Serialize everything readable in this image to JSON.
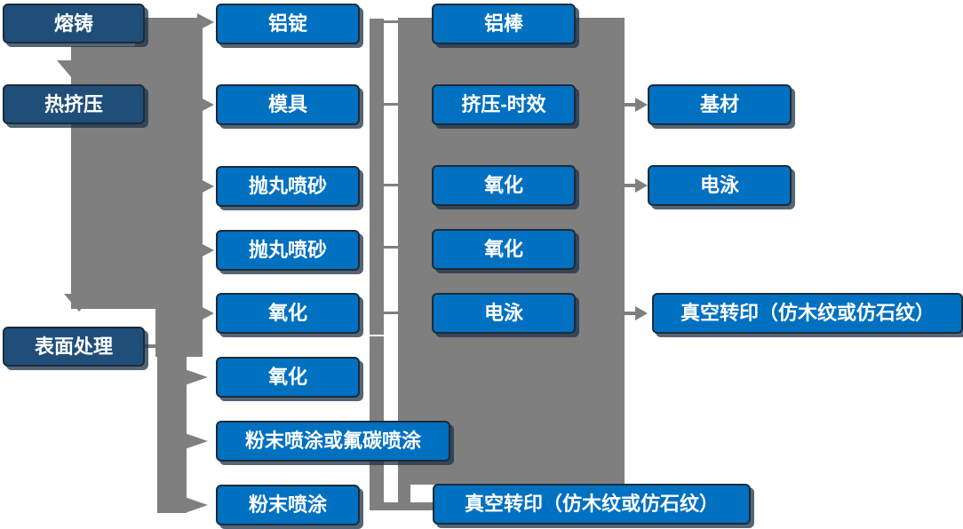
{
  "diagram_type": "process-flowchart",
  "colors": {
    "process_box_fill": "#0070C0",
    "stage_box_fill": "#1F4E79",
    "box_border": "#1C2B3A",
    "box_text": "#FFFFFF",
    "connector_gray": "#7F7F7F"
  },
  "nodes": {
    "melting_casting": {
      "label": "熔铸"
    },
    "hot_extrusion": {
      "label": "热挤压"
    },
    "surface_treatment": {
      "label": "表面处理"
    },
    "aluminum_ingot": {
      "label": "铝锭"
    },
    "mold": {
      "label": "模具"
    },
    "shot_blast_1": {
      "label": "抛丸喷砂"
    },
    "shot_blast_2": {
      "label": "抛丸喷砂"
    },
    "oxidation_a": {
      "label": "氧化"
    },
    "oxidation_b": {
      "label": "氧化"
    },
    "powder_fluorocarbon": {
      "label": "粉末喷涂或氟碳喷涂"
    },
    "powder_coating": {
      "label": "粉末喷涂"
    },
    "aluminum_rod": {
      "label": "铝棒"
    },
    "extrusion_aging": {
      "label": "挤压-时效"
    },
    "oxidation_c": {
      "label": "氧化"
    },
    "oxidation_d": {
      "label": "氧化"
    },
    "electrophoresis_a": {
      "label": "电泳"
    },
    "vacuum_transfer_bottom": {
      "label": "真空转印（仿木纹或仿石纹）"
    },
    "base_material": {
      "label": "基材"
    },
    "electrophoresis_b": {
      "label": "电泳"
    },
    "vacuum_transfer_right": {
      "label": "真空转印（仿木纹或仿石纹）"
    }
  },
  "edges": [
    {
      "from": "熔铸",
      "to": "热挤压",
      "style": "down-arrow"
    },
    {
      "from": "热挤压",
      "to": "表面处理",
      "style": "down-arrow"
    },
    {
      "from": "left-bar",
      "to": "铝锭",
      "style": "right-arrow"
    },
    {
      "from": "left-bar",
      "to": "模具",
      "style": "right-arrow"
    },
    {
      "from": "left-bar",
      "to": "抛丸喷砂",
      "style": "right-arrow"
    },
    {
      "from": "left-bar",
      "to": "抛丸喷砂",
      "style": "right-arrow"
    },
    {
      "from": "left-bar",
      "to": "氧化",
      "style": "right-arrow"
    },
    {
      "from": "表面处理",
      "to": "氧化",
      "style": "right-arrow"
    },
    {
      "from": "表面处理",
      "to": "粉末喷涂或氟碳喷涂",
      "style": "right-arrow"
    },
    {
      "from": "表面处理",
      "to": "粉末喷涂",
      "style": "right-arrow"
    },
    {
      "from": "mid-bar",
      "to": "铝棒",
      "style": "stub"
    },
    {
      "from": "mid-bar",
      "to": "挤压-时效",
      "style": "stub"
    },
    {
      "from": "mid-bar",
      "to": "氧化",
      "style": "stub"
    },
    {
      "from": "mid-bar",
      "to": "氧化",
      "style": "stub"
    },
    {
      "from": "mid-bar",
      "to": "电泳",
      "style": "stub"
    },
    {
      "from": "挤压-时效",
      "to": "基材",
      "style": "right-arrow"
    },
    {
      "from": "氧化",
      "to": "电泳",
      "style": "right-arrow"
    },
    {
      "from": "电泳",
      "to": "真空转印（仿木纹或仿石纹）",
      "style": "right-arrow"
    },
    {
      "from": "粉末喷涂",
      "to": "真空转印（仿木纹或仿石纹）",
      "style": "line"
    }
  ]
}
